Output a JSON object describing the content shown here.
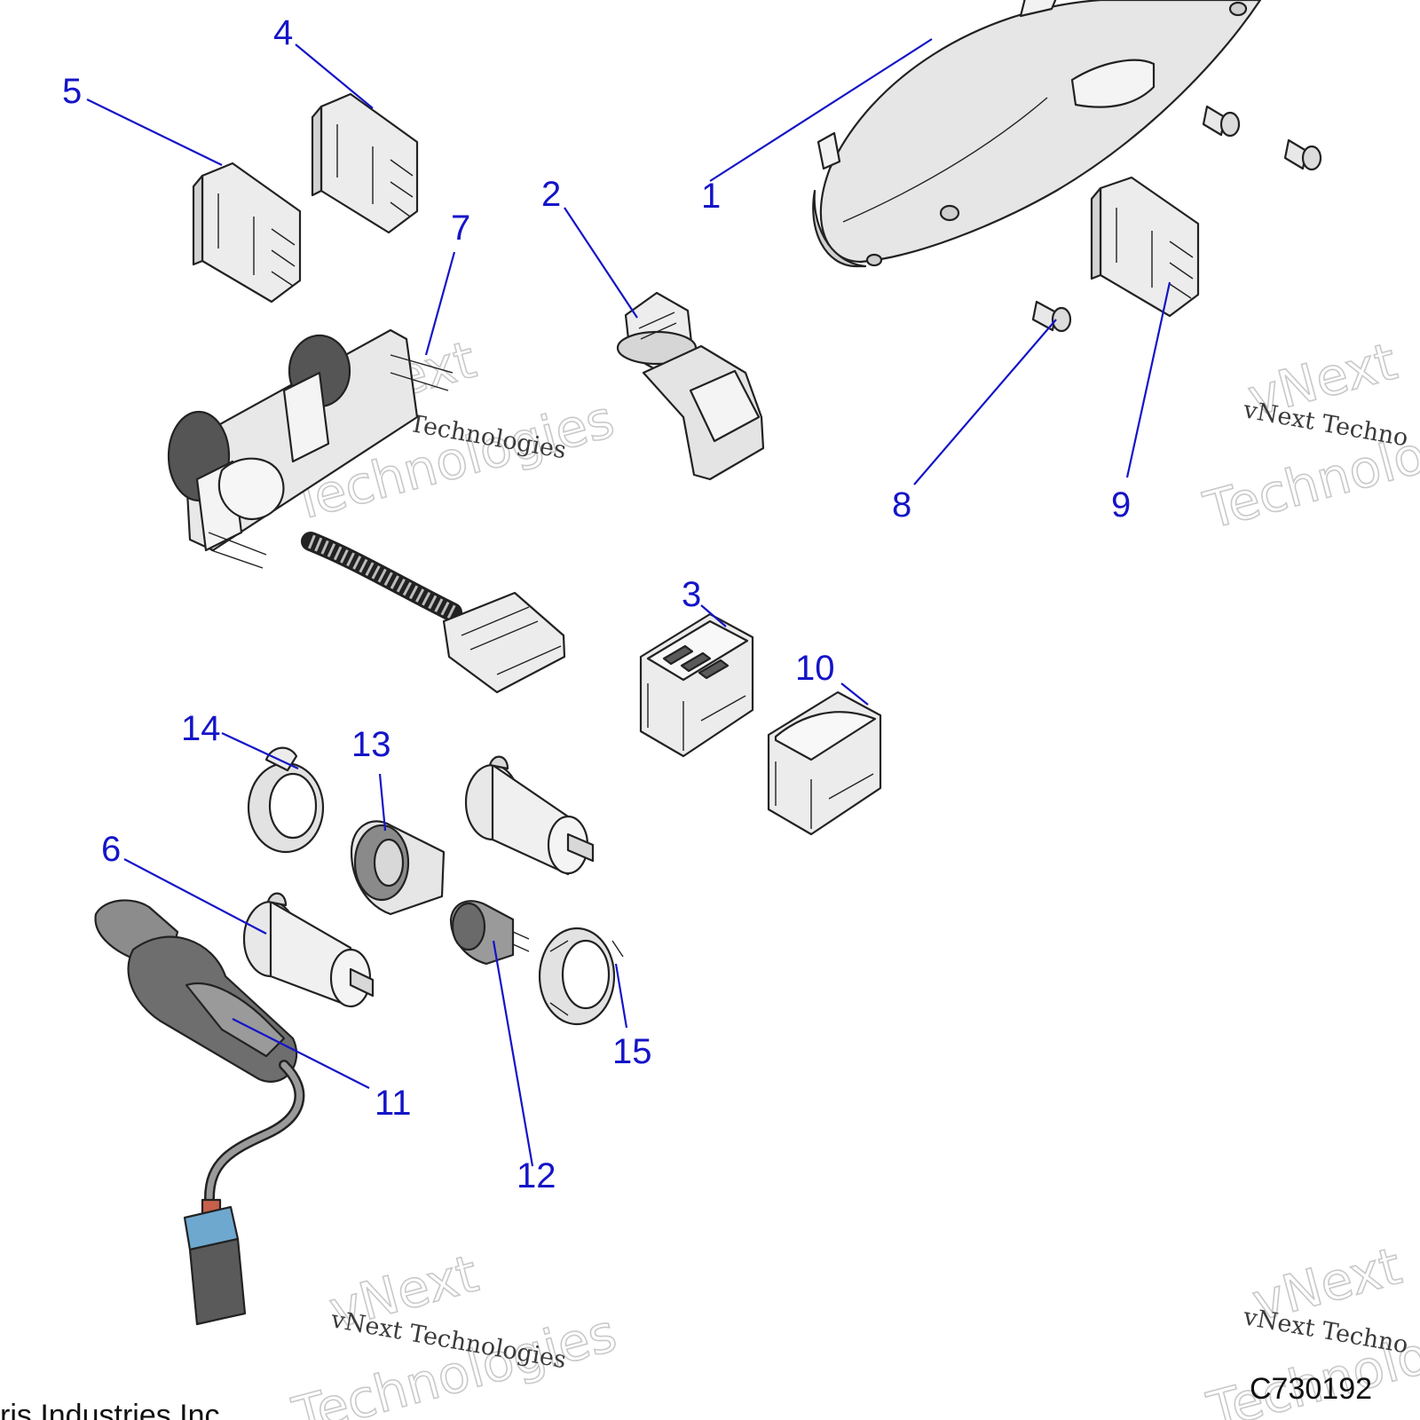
{
  "diagram": {
    "callouts": [
      "1",
      "2",
      "3",
      "4",
      "5",
      "6",
      "7",
      "8",
      "9",
      "10",
      "11",
      "12",
      "13",
      "14",
      "15"
    ],
    "watermark": {
      "brand": "vNext",
      "word": "Technologies",
      "full": "vNext Technologies",
      "partial": "vNext Techno"
    },
    "drawing_code": "C730192",
    "copyright_fragment": "ris Industries Inc",
    "colors": {
      "callout": "#1414c8",
      "part_fill": "#ececec",
      "part_shadow": "#bdbdbd",
      "connector_accent": "#6fa8cf",
      "wire_accent": "#c8604a"
    }
  }
}
